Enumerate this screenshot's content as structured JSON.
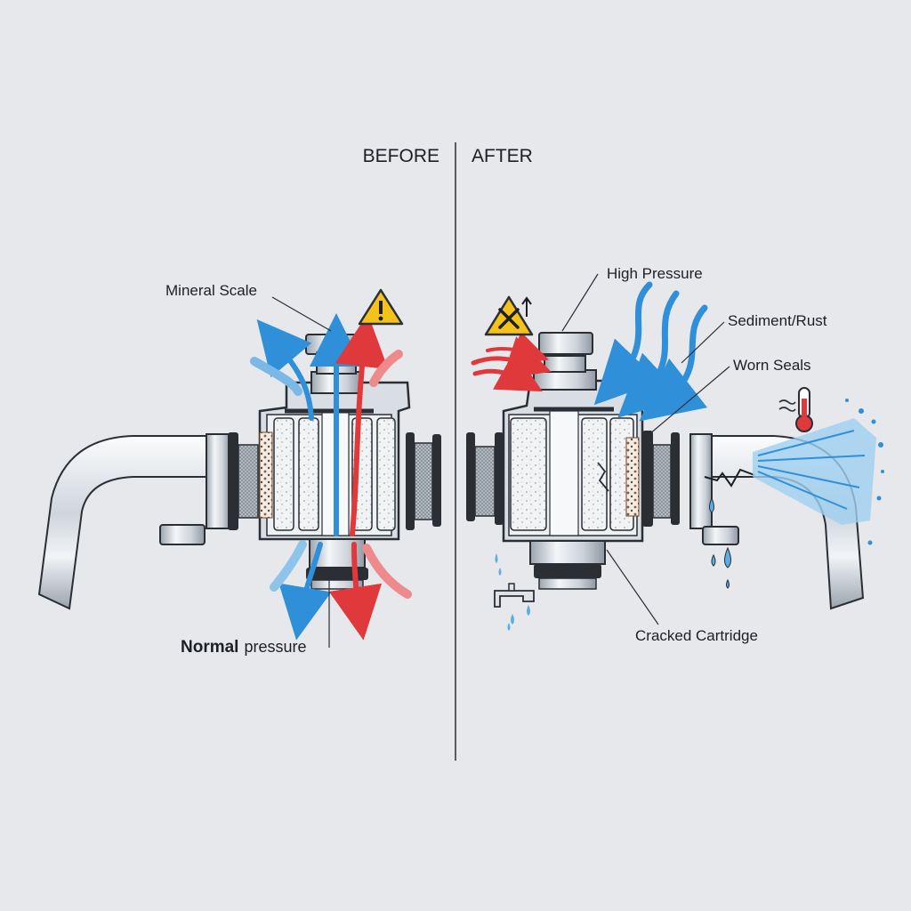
{
  "headings": {
    "before": "BEFORE",
    "after": "AFTER"
  },
  "labels": {
    "mineral_scale": "Mineral Scale",
    "normal_strong": "Normal",
    "normal_rest": "pressure",
    "high_pressure": "High Pressure",
    "sediment_rust": "Sediment/Rust",
    "worn_seals": "Worn Seals",
    "cracked_cartridge": "Cracked Cartridge"
  },
  "colors": {
    "background": "#e6e8ec",
    "cold_flow": "#2f8fd8",
    "hot_flow": "#e0393b",
    "warning_fill": "#f4c21a",
    "outline": "#2a2e35"
  },
  "icons": [
    "warning-icon",
    "tools-warning-icon",
    "thermometer-icon",
    "dripping-faucet-icon"
  ]
}
